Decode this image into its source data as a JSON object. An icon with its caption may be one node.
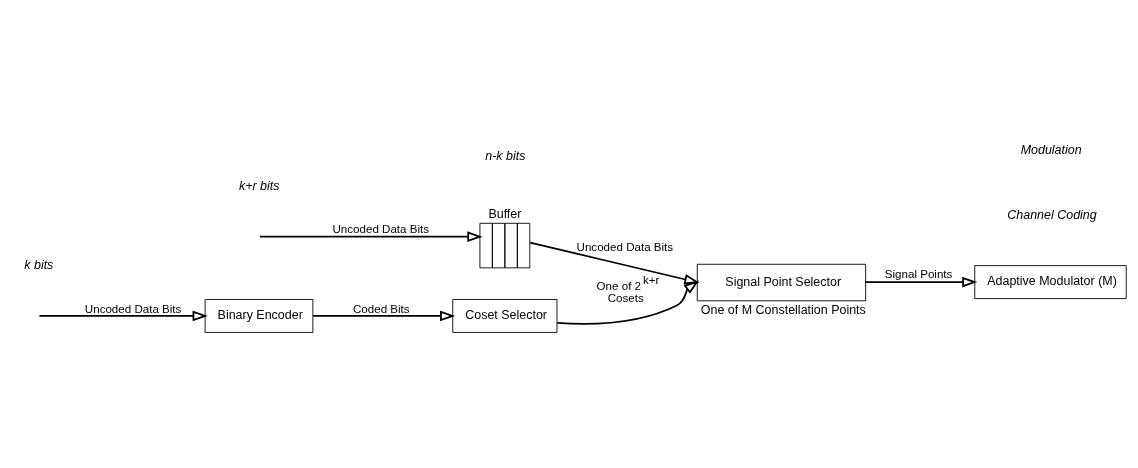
{
  "diagram": {
    "nodes": [
      {
        "text": [
          "Binary Encoder"
        ]
      },
      {
        "text": [
          "Coset Selector"
        ]
      },
      {
        "text": [
          "Buffer"
        ]
      },
      {
        "text": [
          "Signal Point Selector"
        ],
        "beside": [
          "One of M Constellation Points"
        ]
      },
      {
        "text": [
          "Adaptive Modulator (M)"
        ]
      }
    ],
    "edges": [
      {
        "from": null,
        "to": 0,
        "arrow": "to",
        "label": "Uncoded Data Bits"
      },
      {
        "from": 0,
        "to": 1,
        "arrow": "to",
        "label": "Coded Bits"
      },
      {
        "from": 1,
        "to": 3,
        "arrow": "to",
        "label": "One of 2$^{k+r}$ Cosets"
      },
      {
        "from": null,
        "to": 2,
        "arrow": "to",
        "label": "Uncoded Data Bits"
      },
      {
        "from": 2,
        "to": 3,
        "arrow": "to",
        "label": "Uncoded Data Bits"
      },
      {
        "from": 3,
        "to": 4,
        "arrow": "to",
        "label": "Signal Points"
      }
    ],
    "labels": [
      "k bits",
      "k+r bits",
      "Channel Coding",
      "Modulation",
      "n-k bits"
    ]
  }
}
